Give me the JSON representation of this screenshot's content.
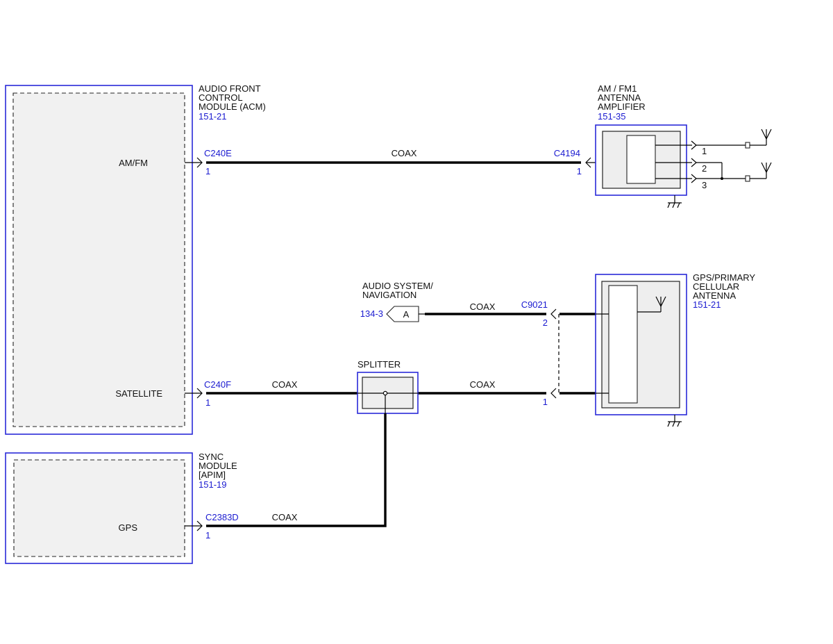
{
  "modules": {
    "acm": {
      "name_lines": [
        "AUDIO FRONT",
        "CONTROL",
        "MODULE (ACM)"
      ],
      "ref": "151-21",
      "pin_amfm": "AM/FM",
      "pin_satellite": "SATELLITE"
    },
    "sync": {
      "name_lines": [
        "SYNC",
        "MODULE",
        "[APIM]"
      ],
      "ref": "151-19",
      "pin_gps": "GPS"
    },
    "amfm_amp": {
      "name_lines": [
        "AM / FM1",
        "ANTENNA",
        "AMPLIFIER"
      ],
      "ref": "151-35",
      "pins": [
        "1",
        "2",
        "3"
      ]
    },
    "gps_antenna": {
      "name_lines": [
        "GPS/PRIMARY",
        "CELLULAR",
        "ANTENNA"
      ],
      "ref": "151-21"
    },
    "splitter": {
      "name": "SPLITTER"
    },
    "audio_nav": {
      "name_lines": [
        "AUDIO SYSTEM/",
        "NAVIGATION"
      ],
      "ref": "134-3",
      "flag": "A"
    }
  },
  "connectors": {
    "c240e": {
      "id": "C240E",
      "pin": "1"
    },
    "c240f": {
      "id": "C240F",
      "pin": "1"
    },
    "c2383d": {
      "id": "C2383D",
      "pin": "1"
    },
    "c4194": {
      "id": "C4194",
      "pin": "1"
    },
    "c9021": {
      "id": "C9021",
      "pin_a": "2",
      "pin_b": "1"
    }
  },
  "wires": {
    "amfm_coax": "COAX",
    "nav_coax": "COAX",
    "sat_coax_left": "COAX",
    "sat_coax_right": "COAX",
    "gps_coax": "COAX"
  },
  "colors": {
    "module_outline": "#2a2ad8",
    "reference_text": "#1a1ad0",
    "wire": "#000000"
  }
}
